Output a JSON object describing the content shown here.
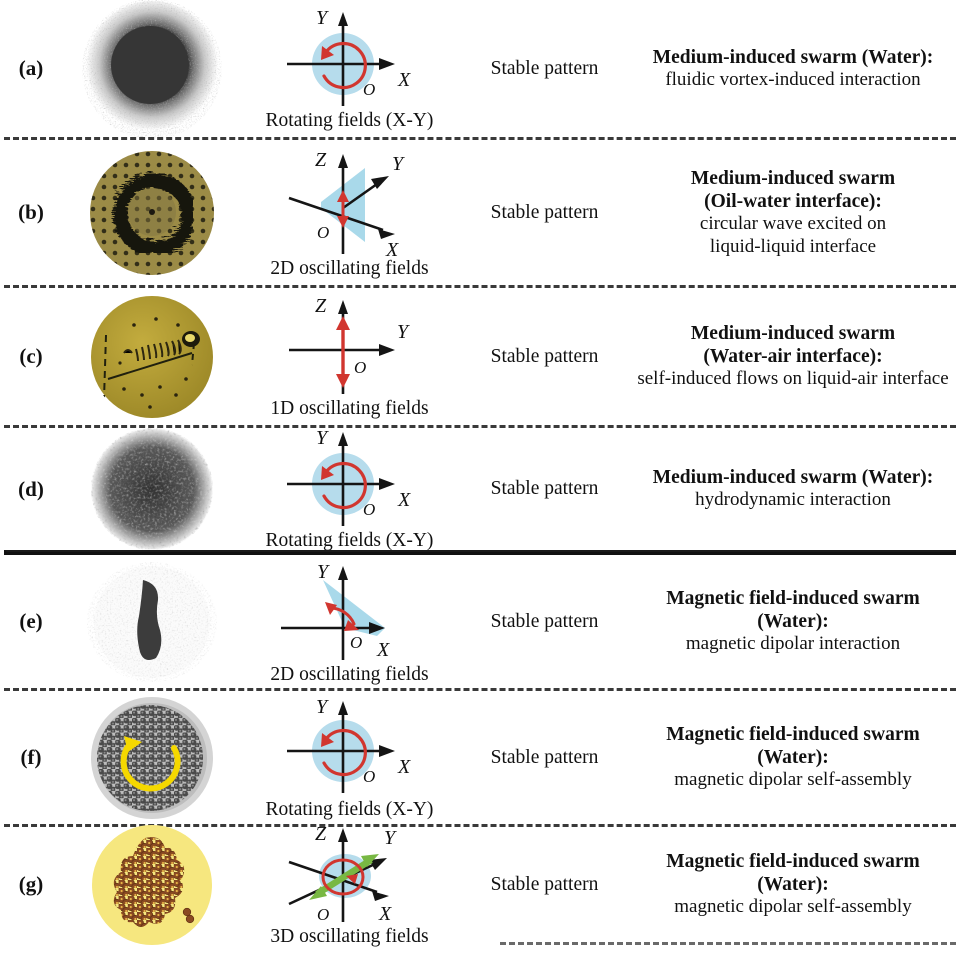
{
  "figure": {
    "colors": {
      "field_disk": "#b6dcec",
      "field_plane": "#a9d9ea",
      "arrow_red": "#d1362f",
      "arrow_green": "#78b843",
      "arrow_yellow": "#f5d800",
      "axis": "#151515",
      "separator_dashed": "#3a3a3a",
      "separator_solid": "#1a1a1a"
    },
    "rows": [
      {
        "id": "a",
        "label": "(a)",
        "sample": {
          "name": "dark-dense-disk-micrograph",
          "background": "#ffffff",
          "particle_color": "#3b3b3b",
          "halo": "speckled"
        },
        "diagram": {
          "name": "rotating-field-xy-diagram",
          "type": "rotating-xy",
          "axes": [
            "Y",
            "X",
            "O"
          ],
          "caption": "Rotating fields (X-Y)"
        },
        "state": "Stable pattern",
        "title": "Medium-induced swarm (Water):",
        "subtitle": [
          "fluidic vortex-induced interaction"
        ]
      },
      {
        "id": "b",
        "label": "(b)",
        "sample": {
          "name": "oil-water-interface-micrograph",
          "background": "#9b8b46",
          "particle_color": "#1d1a12",
          "halo": "ring-of-spikes"
        },
        "diagram": {
          "name": "2d-oscillating-field-zyx-diagram",
          "type": "oscillating-2d-plane",
          "axes": [
            "Z",
            "Y",
            "X",
            "O"
          ],
          "caption": "2D oscillating fields"
        },
        "state": "Stable pattern",
        "title_lines": [
          "Medium-induced swarm",
          "(Oil-water interface):"
        ],
        "subtitle": [
          "circular wave excited on",
          "liquid-liquid interface"
        ]
      },
      {
        "id": "c",
        "label": "(c)",
        "sample": {
          "name": "water-air-interface-micrograph",
          "background": "#b0982f",
          "particle_color": "#3a3216",
          "halo": "linear-chain"
        },
        "diagram": {
          "name": "1d-oscillating-field-zy-diagram",
          "type": "oscillating-1d",
          "axes": [
            "Z",
            "Y",
            "O"
          ],
          "caption": "1D oscillating fields"
        },
        "state": "Stable pattern",
        "title_lines": [
          "Medium-induced swarm",
          "(Water-air interface):"
        ],
        "subtitle": [
          "self-induced flows on liquid-air interface"
        ]
      },
      {
        "id": "d",
        "label": "(d)",
        "sample": {
          "name": "hydrodynamic-swarm-micrograph",
          "background": "#ffffff",
          "particle_color": "#262626",
          "halo": "granular-disk"
        },
        "diagram": {
          "name": "rotating-field-xy-diagram",
          "type": "rotating-xy",
          "axes": [
            "Y",
            "X",
            "O"
          ],
          "caption": "Rotating fields (X-Y)"
        },
        "state": "Stable pattern",
        "title": "Medium-induced swarm (Water):",
        "subtitle": [
          "hydrodynamic interaction"
        ]
      },
      {
        "id": "e",
        "label": "(e)",
        "sample": {
          "name": "magnetic-dipolar-ribbon-micrograph",
          "background": "#ffffff",
          "particle_color": "#3c3c3c",
          "halo": "elongated-ribbon"
        },
        "diagram": {
          "name": "2d-oscillating-field-xy-wedge-diagram",
          "type": "oscillating-2d-wedge",
          "axes": [
            "Y",
            "X",
            "O"
          ],
          "caption": "2D oscillating fields"
        },
        "state": "Stable pattern",
        "title": "Magnetic field-induced swarm (Water):",
        "subtitle": [
          "magnetic dipolar interaction"
        ]
      },
      {
        "id": "f",
        "label": "(f)",
        "sample": {
          "name": "spherical-bead-vortex-micrograph",
          "background": "#d8d8d8",
          "particle_color": "#4a4a4a",
          "halo": "packed-beads",
          "annotation_arrow": "yellow-circular-arrow"
        },
        "diagram": {
          "name": "rotating-field-xy-diagram",
          "type": "rotating-xy",
          "axes": [
            "Y",
            "X",
            "O"
          ],
          "caption": "Rotating fields (X-Y)"
        },
        "state": "Stable pattern",
        "title": "Magnetic field-induced swarm (Water):",
        "subtitle": [
          "magnetic dipolar self-assembly"
        ]
      },
      {
        "id": "g",
        "label": "(g)",
        "sample": {
          "name": "self-assembled-colloid-cluster-micrograph",
          "background": "#f6e77f",
          "particle_color": "#8a4a22",
          "halo": "hexagonal-cluster"
        },
        "diagram": {
          "name": "3d-oscillating-field-zyx-diagram",
          "type": "oscillating-3d",
          "axes": [
            "Z",
            "Y",
            "X",
            "O"
          ],
          "caption": "3D oscillating fields"
        },
        "state": "Stable pattern",
        "title": "Magnetic field-induced swarm (Water):",
        "subtitle": [
          "magnetic dipolar self-assembly"
        ]
      }
    ]
  }
}
